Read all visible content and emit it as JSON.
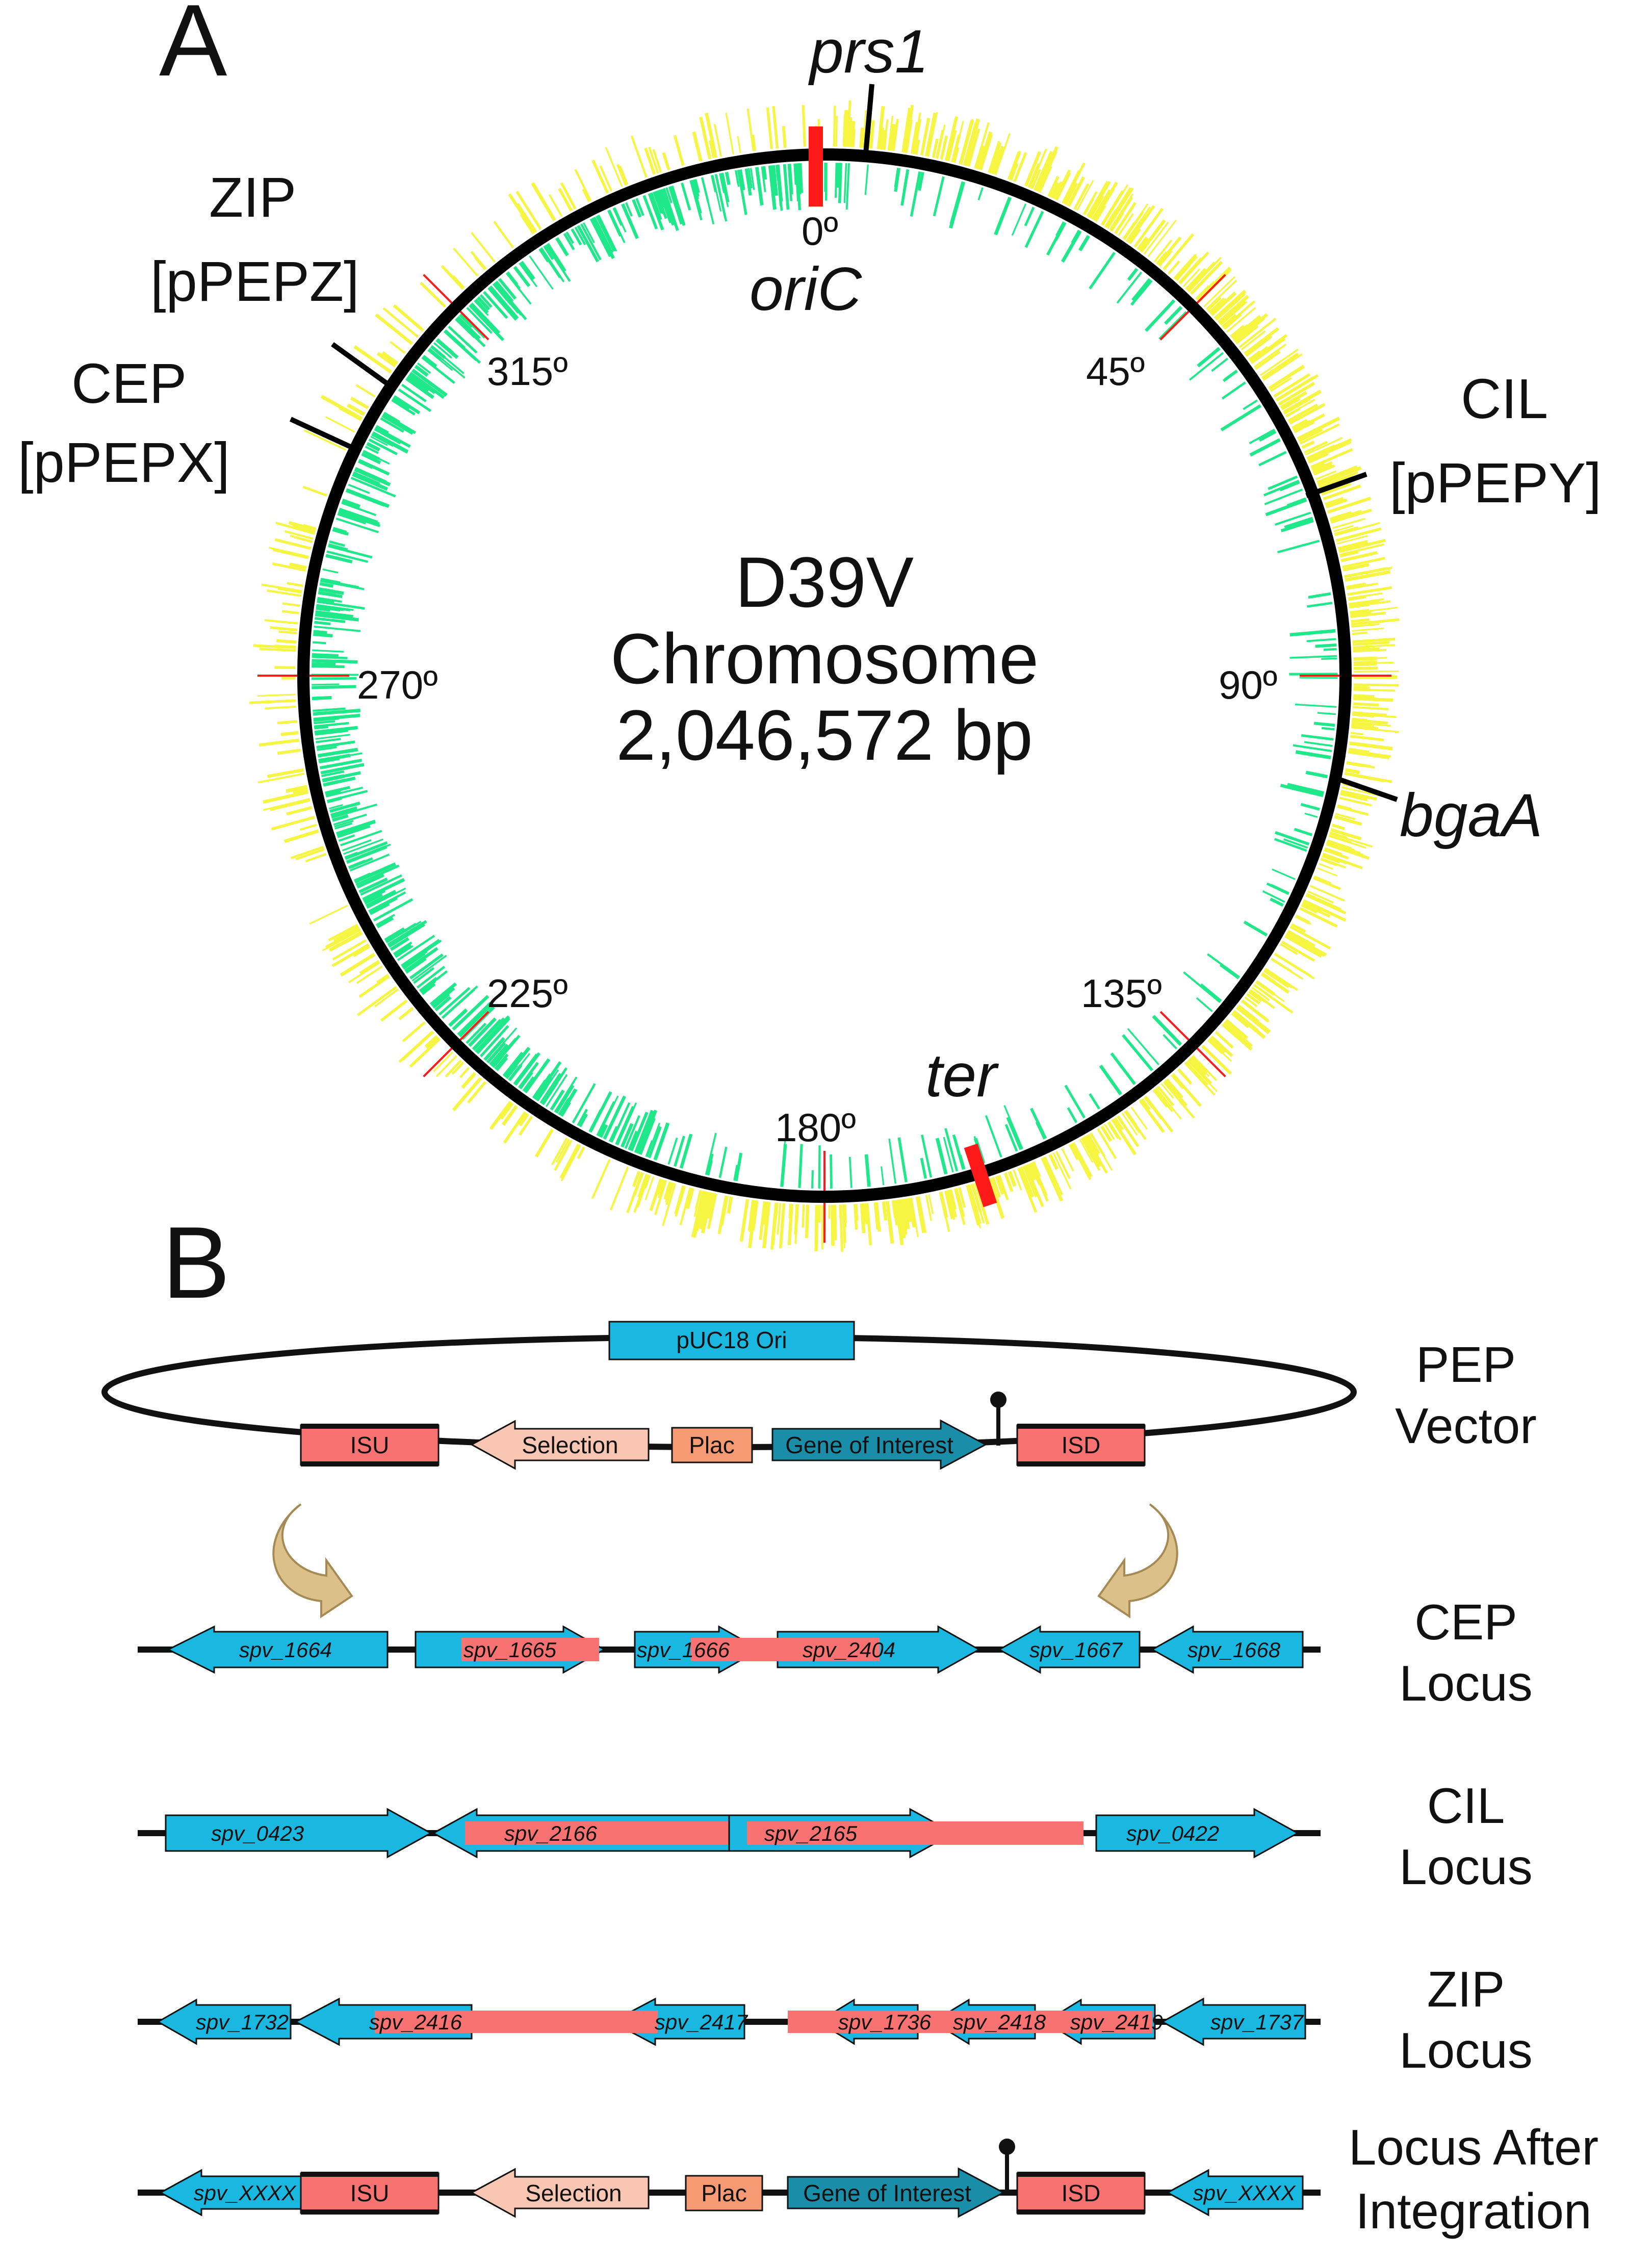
{
  "panel_a": {
    "letter": "A",
    "chromosome": {
      "line1": "D39V",
      "line2": "Chromosome",
      "line3": "2,046,572 bp"
    },
    "degree_labels": [
      "0º",
      "45º",
      "90º",
      "135º",
      "180º",
      "225º",
      "270º",
      "315º"
    ],
    "sites": {
      "prs1": "prs1",
      "oriC": "oriC",
      "ter": "ter",
      "bgaA": "bgaA",
      "zip": "ZIP",
      "zip_plasmid": "[pPEPZ]",
      "cep": "CEP",
      "cep_plasmid": "[pPEPX]",
      "cil": "CIL",
      "cil_plasmid": "[pPEPY]"
    },
    "colors": {
      "outer_genes": "#f5f542",
      "inner_genes": "#1ee88a",
      "markers": "#ff1a1a",
      "ring": "#000000"
    }
  },
  "panel_b": {
    "letter": "B",
    "vector": {
      "label_line1": "PEP",
      "label_line2": "Vector",
      "ori": "pUC18 Ori",
      "isu": "ISU",
      "selection": "Selection",
      "plac": "Plac",
      "goi": "Gene of Interest",
      "isd": "ISD"
    },
    "cep_locus": {
      "label_line1": "CEP",
      "label_line2": "Locus",
      "genes": [
        "spv_1664",
        "spv_1665",
        "spv_1666",
        "spv_2404",
        "spv_1667",
        "spv_1668"
      ]
    },
    "cil_locus": {
      "label_line1": "CIL",
      "label_line2": "Locus",
      "genes": [
        "spv_0423",
        "spv_2166",
        "spv_2165",
        "spv_0422"
      ]
    },
    "zip_locus": {
      "label_line1": "ZIP",
      "label_line2": "Locus",
      "genes": [
        "spv_1732",
        "spv_2416",
        "spv_2417",
        "spv_1736",
        "spv_2418",
        "spv_2419",
        "spv_1737"
      ]
    },
    "after": {
      "label_line1": "Locus After",
      "label_line2": "Integration",
      "left_gene": "spv_XXXX",
      "isu": "ISU",
      "selection": "Selection",
      "plac": "Plac",
      "goi": "Gene of Interest",
      "isd": "ISD",
      "right_gene": "spv_XXXX"
    },
    "colors": {
      "gene": "#1ab8e0",
      "integration_site": "#f87272",
      "selection": "#f9c6b3",
      "plac": "#f59a73",
      "goi": "#1a8ea8",
      "arrow": "#dcc08a"
    }
  }
}
